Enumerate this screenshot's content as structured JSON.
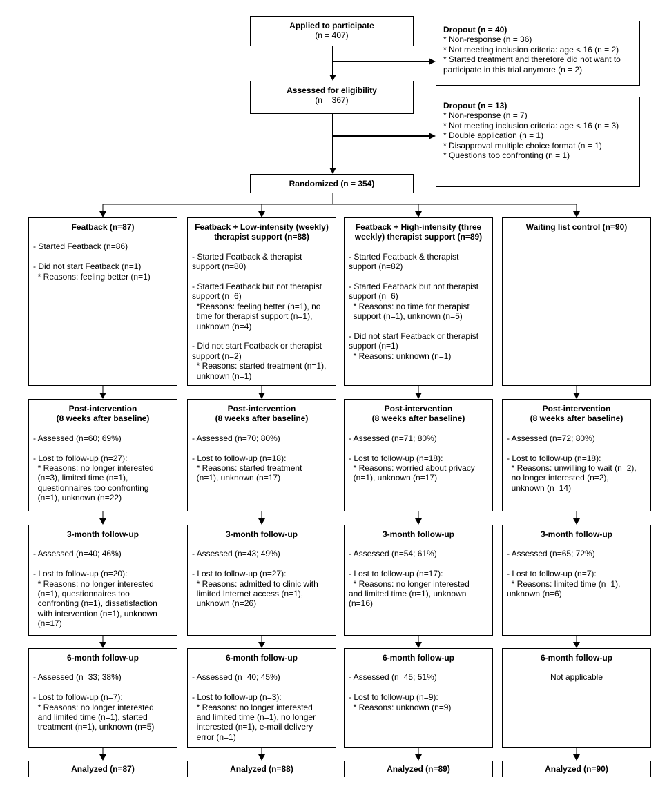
{
  "top": {
    "applied": {
      "title": "Applied to participate",
      "n": "(n = 407)"
    },
    "dropout1": {
      "title": "Dropout (n = 40)",
      "lines": [
        "* Non-response (n = 36)",
        "* Not meeting inclusion criteria: age < 16 (n = 2)",
        "* Started treatment and therefore did not want to",
        "participate in this trial anymore (n = 2)"
      ]
    },
    "assessed": {
      "title": "Assessed for eligibility",
      "n": "(n = 367)"
    },
    "dropout2": {
      "title": "Dropout (n = 13)",
      "lines": [
        "* Non-response (n = 7)",
        "* Not meeting inclusion criteria: age < 16 (n = 3)",
        "* Double application (n = 1)",
        "* Disapproval multiple choice format (n = 1)",
        "* Questions too confronting (n = 1)"
      ]
    },
    "randomized": "Randomized (n = 354)"
  },
  "columns": [
    {
      "alloc_title": [
        "Featback (n=87)"
      ],
      "alloc_lines": [
        "- Started Featback (n=86)",
        "",
        "- Did not start Featback (n=1)",
        "  * Reasons: feeling better (n=1)"
      ],
      "post_title": [
        "Post-intervention",
        "(8 weeks after baseline)"
      ],
      "post_lines": [
        "- Assessed (n=60; 69%)",
        "",
        "- Lost to follow-up (n=27):",
        "  * Reasons: no longer interested",
        "  (n=3), limited time (n=1),",
        "  questionnaires too confronting",
        "  (n=1), unknown (n=22)"
      ],
      "m3_title": "3-month follow-up",
      "m3_lines": [
        "- Assessed (n=40; 46%)",
        "",
        "- Lost to follow-up (n=20):",
        "  * Reasons: no longer interested",
        "  (n=1), questionnaires too",
        "  confronting (n=1), dissatisfaction",
        "  with intervention (n=1), unknown",
        "  (n=17)"
      ],
      "m6_title": "6-month follow-up",
      "m6_lines": [
        "- Assessed (n=33; 38%)",
        "",
        "- Lost to follow-up (n=7):",
        "  * Reasons: no longer interested",
        "  and limited time (n=1), started",
        "  treatment (n=1), unknown (n=5)"
      ],
      "analyzed": "Analyzed (n=87)"
    },
    {
      "alloc_title": [
        "Featback + Low-intensity (weekly)",
        "therapist support (n=88)"
      ],
      "alloc_lines": [
        "- Started Featback & therapist",
        "support (n=80)",
        "",
        "- Started Featback but not therapist",
        "support (n=6)",
        "  *Reasons: feeling better (n=1), no",
        "  time for therapist support (n=1),",
        "  unknown (n=4)",
        "",
        "- Did not start Featback or therapist",
        "support (n=2)",
        "  * Reasons: started treatment (n=1),",
        "  unknown (n=1)"
      ],
      "post_title": [
        "Post-intervention",
        "(8 weeks after baseline)"
      ],
      "post_lines": [
        "- Assessed (n=70; 80%)",
        "",
        "- Lost to follow-up (n=18):",
        "  * Reasons: started treatment",
        "  (n=1), unknown (n=17)"
      ],
      "m3_title": "3-month follow-up",
      "m3_lines": [
        "- Assessed (n=43; 49%)",
        "",
        "- Lost to follow-up (n=27):",
        "  * Reasons: admitted to clinic with",
        "  limited Internet access (n=1),",
        "  unknown (n=26)"
      ],
      "m6_title": "6-month follow-up",
      "m6_lines": [
        "- Assessed (n=40; 45%)",
        "",
        "- Lost to follow-up (n=3):",
        "  * Reasons: no longer interested",
        "  and limited time (n=1), no longer",
        "  interested (n=1), e-mail delivery",
        "  error (n=1)"
      ],
      "analyzed": "Analyzed (n=88)"
    },
    {
      "alloc_title": [
        "Featback + High-intensity (three",
        "weekly) therapist support (n=89)"
      ],
      "alloc_lines": [
        "- Started Featback & therapist",
        "support (n=82)",
        "",
        "- Started Featback but not therapist",
        "support (n=6)",
        "  * Reasons: no time for therapist",
        "  support (n=1), unknown (n=5)",
        "",
        "- Did not start Featback or therapist",
        "support (n=1)",
        "  * Reasons: unknown (n=1)"
      ],
      "post_title": [
        "Post-intervention",
        "(8 weeks after baseline)"
      ],
      "post_lines": [
        "- Assessed (n=71; 80%)",
        "",
        "- Lost to follow-up (n=18):",
        "  * Reasons: worried about privacy",
        "  (n=1), unknown (n=17)"
      ],
      "m3_title": "3-month follow-up",
      "m3_lines": [
        "- Assessed (n=54; 61%)",
        "",
        "- Lost to follow-up (n=17):",
        "  * Reasons: no longer interested",
        "and limited time (n=1), unknown",
        "(n=16)"
      ],
      "m6_title": "6-month follow-up",
      "m6_lines": [
        "- Assessed (n=45; 51%)",
        "",
        "- Lost to follow-up (n=9):",
        "  * Reasons: unknown (n=9)"
      ],
      "analyzed": "Analyzed (n=89)"
    },
    {
      "alloc_title": [
        "Waiting list control (n=90)"
      ],
      "alloc_lines": [],
      "post_title": [
        "Post-intervention",
        "(8 weeks after baseline)"
      ],
      "post_lines": [
        "- Assessed (n=72; 80%)",
        "",
        "- Lost to follow-up (n=18):",
        "  * Reasons: unwilling to wait (n=2),",
        "  no longer interested (n=2),",
        "  unknown (n=14)"
      ],
      "m3_title": "3-month follow-up",
      "m3_lines": [
        "- Assessed (n=65; 72%)",
        "",
        "- Lost to follow-up (n=7):",
        "  * Reasons: limited time (n=1),",
        "unknown (n=6)"
      ],
      "m6_title": "6-month follow-up",
      "m6_lines": [
        "Not applicable"
      ],
      "analyzed": "Analyzed (n=90)"
    }
  ]
}
